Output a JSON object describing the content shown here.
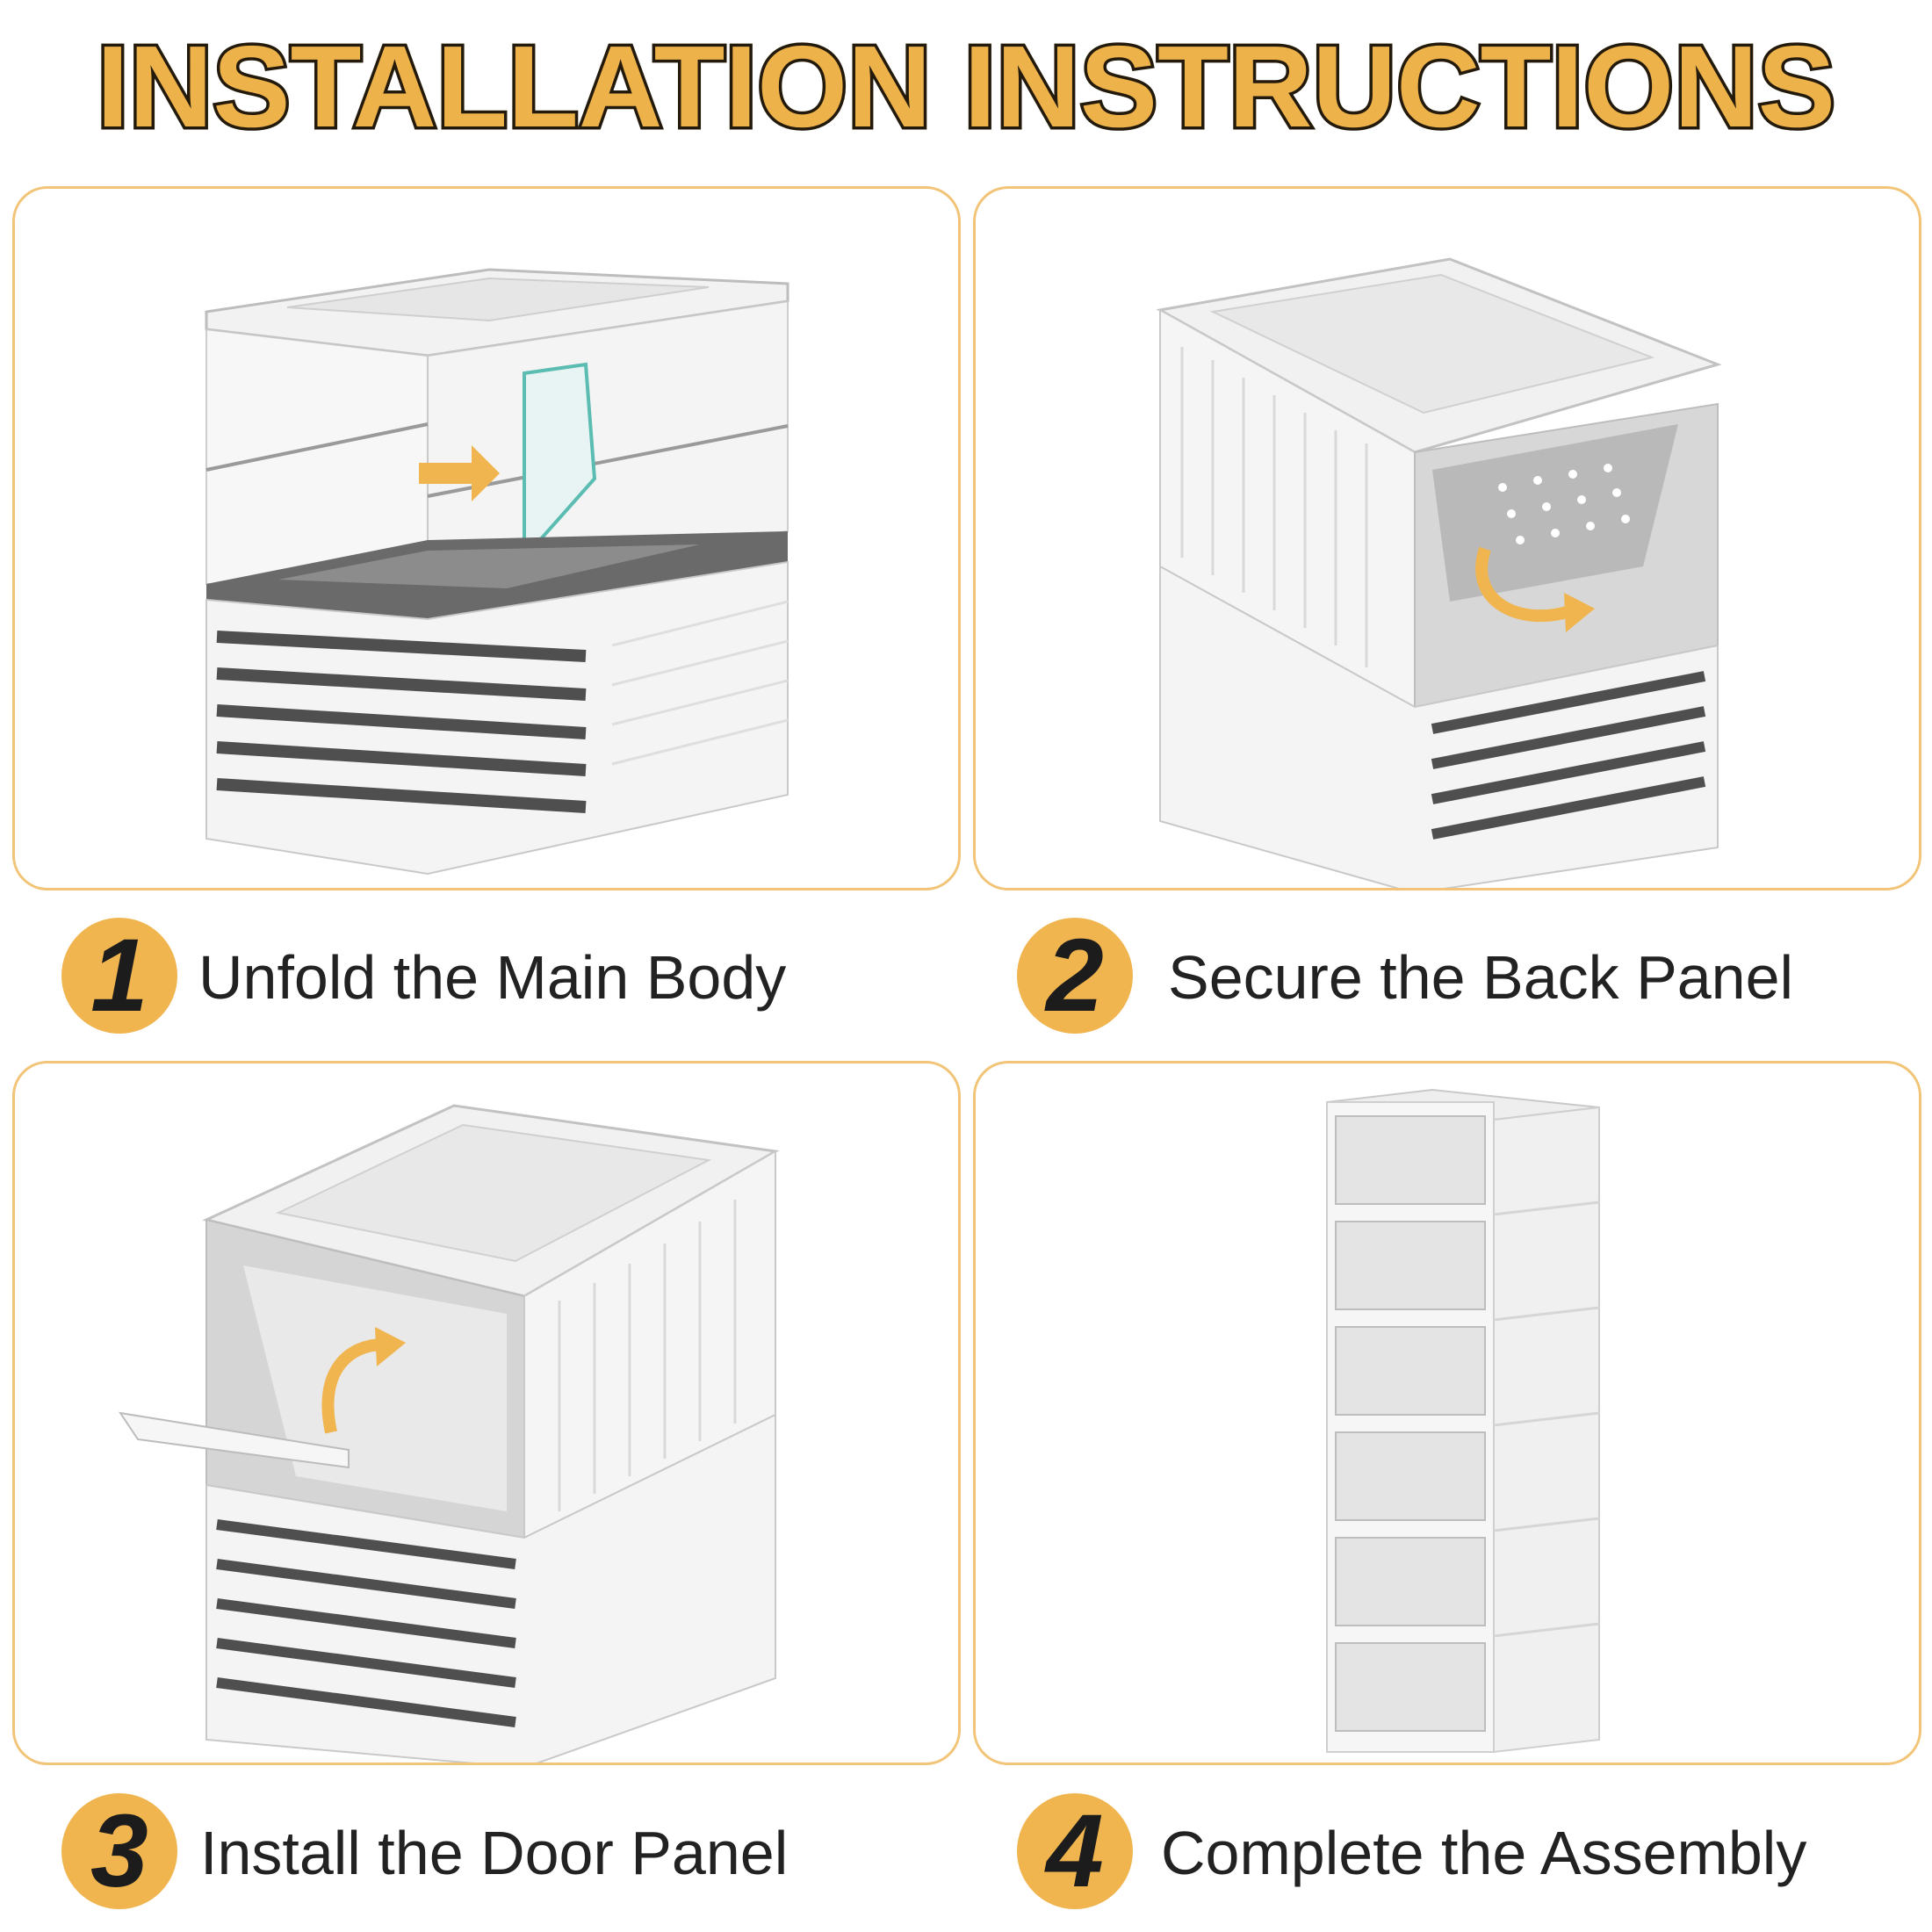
{
  "title": "INSTALLATION INSTRUCTIONS",
  "colors": {
    "accent": "#f0b54f",
    "border": "#f1c477",
    "title_fill": "#eeb24a",
    "title_outline": "#231a0c",
    "text": "#222222"
  },
  "steps": [
    {
      "number": "1",
      "label": "Unfold the Main Body",
      "image": "storage-box-unfolding-illustration"
    },
    {
      "number": "2",
      "label": "Secure the Back Panel",
      "image": "storage-box-back-panel-illustration"
    },
    {
      "number": "3",
      "label": "Install the Door Panel",
      "image": "storage-box-door-panel-illustration"
    },
    {
      "number": "4",
      "label": "Complete the Assembly",
      "image": "stacked-storage-tower-illustration"
    }
  ]
}
